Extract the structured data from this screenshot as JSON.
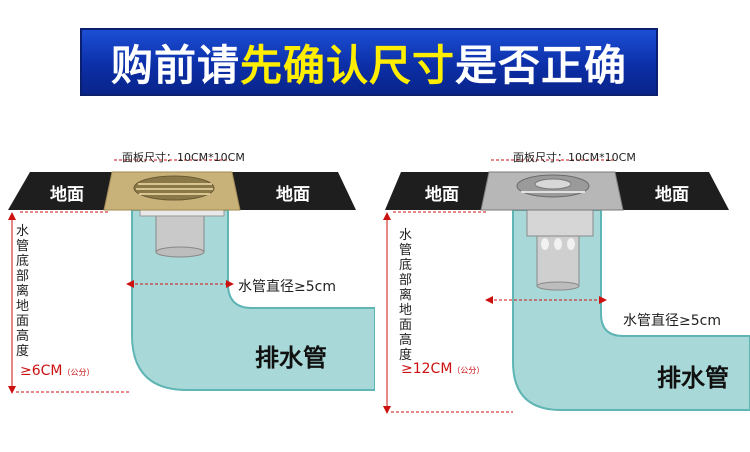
{
  "banner": {
    "part1": "购前请",
    "part2": "先确认尺寸",
    "part3": "是否正确"
  },
  "left": {
    "panel_label": "面板尺寸：10CM*10CM",
    "floor_left": "地面",
    "floor_right": "地面",
    "vertical_label": [
      "水",
      "管",
      "底",
      "部",
      "离",
      "地",
      "面",
      "高",
      "度"
    ],
    "height_value": "≥6CM",
    "height_unit": "（公分）",
    "pipe_diameter": "水管直径≥5cm",
    "pipe_label": "排水管"
  },
  "right": {
    "panel_label": "面板尺寸：10CM*10CM",
    "floor_left": "地面",
    "floor_right": "地面",
    "vertical_label": [
      "水",
      "管",
      "底",
      "部",
      "离",
      "地",
      "面",
      "高",
      "度"
    ],
    "height_value": "≥12CM",
    "height_unit": "（公分）",
    "pipe_diameter": "水管直径≥5cm",
    "pipe_label": "排水管"
  },
  "colors": {
    "banner_bg": "#0c2fa8",
    "banner_yellow": "#ffee00",
    "pipe": "#a8d9d8",
    "pipe_edge": "#5fb4b4",
    "floor": "#1e1e1e",
    "drain_gold": "#c9b27a",
    "drain_silver": "#b7b7b7",
    "measure_red": "#cc1111"
  }
}
